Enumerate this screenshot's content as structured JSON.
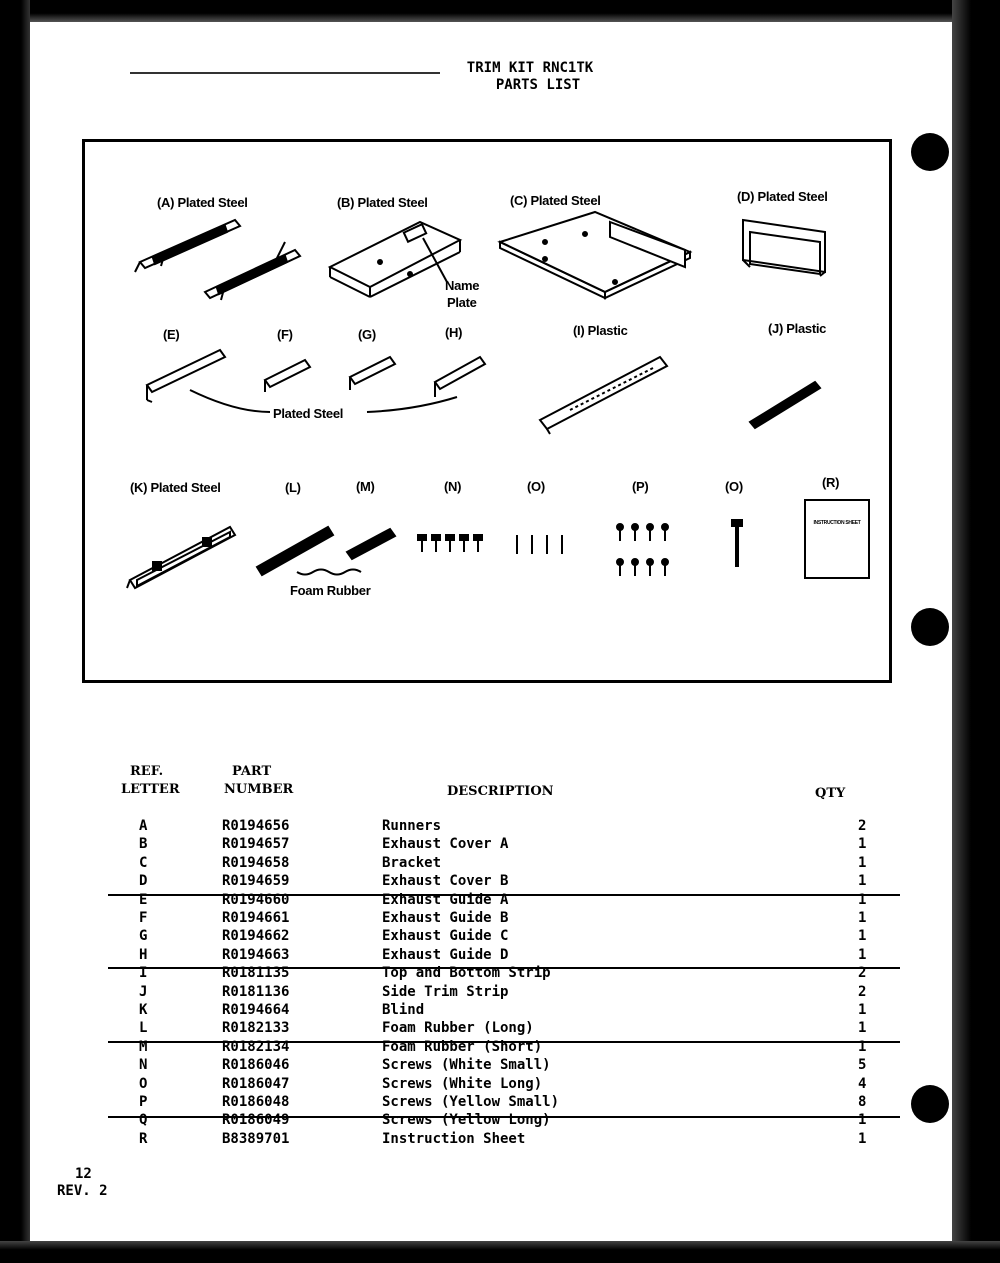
{
  "header": {
    "title": "TRIM KIT RNC1TK",
    "subtitle": "PARTS LIST"
  },
  "diagram": {
    "labels": {
      "A": "(A)  Plated Steel",
      "B": "(B)  Plated Steel",
      "C": "(C)  Plated Steel",
      "D": "(D)  Plated Steel",
      "name_plate_1": "Name",
      "name_plate_2": "Plate",
      "E": "(E)",
      "F": "(F)",
      "G": "(G)",
      "H": "(H)",
      "I": "(I)  Plastic",
      "J": "(J)  Plastic",
      "plated_steel_group": "Plated Steel",
      "K": "(K)  Plated Steel",
      "L": "(L)",
      "M": "(M)",
      "N": "(N)",
      "O1": "(O)",
      "P": "(P)",
      "O2": "(O)",
      "R": "(R)",
      "foam_rubber": "Foam Rubber",
      "instruction_text": "INSTRUCTION SHEET"
    }
  },
  "table": {
    "headers": {
      "ref_line1": "REF.",
      "ref_line2": "LETTER",
      "part_line1": "PART",
      "part_line2": "NUMBER",
      "description": "DESCRIPTION",
      "qty": "QTY"
    },
    "rows": [
      {
        "ref": "A",
        "part": "R0194656",
        "desc": "Runners",
        "qty": "2"
      },
      {
        "ref": "B",
        "part": "R0194657",
        "desc": "Exhaust Cover A",
        "qty": "1"
      },
      {
        "ref": "C",
        "part": "R0194658",
        "desc": "Bracket",
        "qty": "1"
      },
      {
        "ref": "D",
        "part": "R0194659",
        "desc": "Exhaust Cover B",
        "qty": "1"
      },
      {
        "ref": "E",
        "part": "R0194660",
        "desc": "Exhaust Guide A",
        "qty": "1"
      },
      {
        "ref": "F",
        "part": "R0194661",
        "desc": "Exhaust Guide B",
        "qty": "1"
      },
      {
        "ref": "G",
        "part": "R0194662",
        "desc": "Exhaust Guide C",
        "qty": "1"
      },
      {
        "ref": "H",
        "part": "R0194663",
        "desc": "Exhaust Guide D",
        "qty": "1"
      },
      {
        "ref": "I",
        "part": "R0181135",
        "desc": "Top and Bottom Strip",
        "qty": "2"
      },
      {
        "ref": "J",
        "part": "R0181136",
        "desc": "Side Trim Strip",
        "qty": "2"
      },
      {
        "ref": "K",
        "part": "R0194664",
        "desc": "Blind",
        "qty": "1"
      },
      {
        "ref": "L",
        "part": "R0182133",
        "desc": "Foam Rubber (Long)",
        "qty": "1"
      },
      {
        "ref": "M",
        "part": "R0182134",
        "desc": "Foam Rubber (Short)",
        "qty": "1"
      },
      {
        "ref": "N",
        "part": "R0186046",
        "desc": "Screws (White Small)",
        "qty": "5"
      },
      {
        "ref": "O",
        "part": "R0186047",
        "desc": "Screws (White Long)",
        "qty": "4"
      },
      {
        "ref": "P",
        "part": "R0186048",
        "desc": "Screws (Yellow Small)",
        "qty": "8"
      },
      {
        "ref": "Q",
        "part": "R0186049",
        "desc": "Screws (Yellow Long)",
        "qty": "1"
      },
      {
        "ref": "R",
        "part": "B8389701",
        "desc": "Instruction Sheet",
        "qty": "1"
      }
    ]
  },
  "footer": {
    "page": "12",
    "revision": "REV. 2"
  }
}
